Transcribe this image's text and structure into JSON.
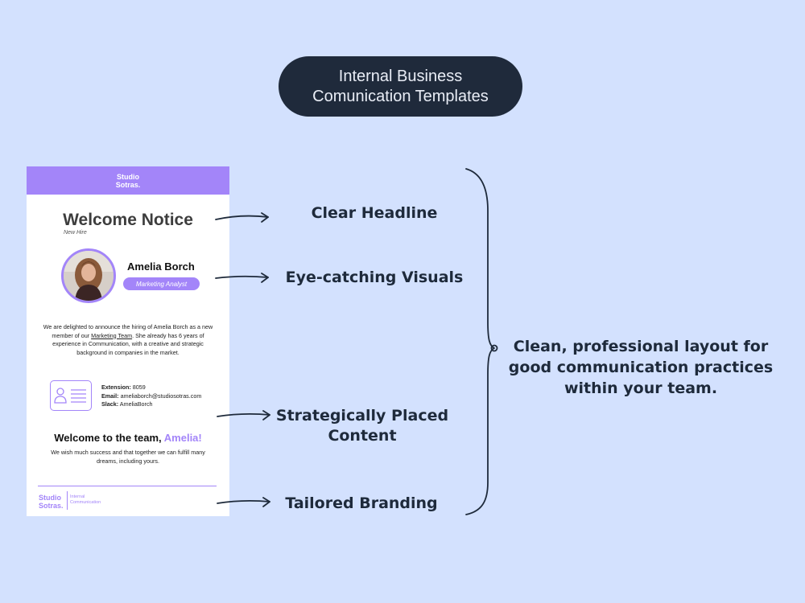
{
  "header": {
    "title_line1": "Internal Business",
    "title_line2": "Comunication Templates"
  },
  "card": {
    "brand_line1": "Studio",
    "brand_line2": "Sotras.",
    "headline": "Welcome Notice",
    "subtitle": "New Hire",
    "person_name": "Amelia Borch",
    "role": "Marketing Analyst",
    "announcement": {
      "part1": "We are delighted to announce the hiring of Amelia Borch as a new member of our ",
      "link": "Marketing Team",
      "part2": ". She already has 6 years of experience in Communication, with a creative and strategic background in companies in the market."
    },
    "contact": {
      "extension_label": "Extension:",
      "extension_value": "8059",
      "email_label": "Email:",
      "email_value": "ameliaborch@studiosotras.com",
      "slack_label": "Slack:",
      "slack_value": "AmeliaBorch"
    },
    "team_welcome_prefix": "Welcome to the team, ",
    "team_welcome_name": "Amelia!",
    "wish": "We wish much success and that together we can fulfill many dreams, including yours.",
    "footer": {
      "brand_line1": "Studio",
      "brand_line2": "Sotras.",
      "sub_line1": "Internal",
      "sub_line2": "Communication"
    }
  },
  "features": {
    "clear_headline": "Clear Headline",
    "visuals": "Eye-catching Visuals",
    "content_line1": "Strategically Placed",
    "content_line2": "Content",
    "branding": "Tailored Branding"
  },
  "summary": "Clean, professional layout for good communication practices within your team.",
  "colors": {
    "background": "#d3e1fe",
    "pill": "#1f2a3b",
    "accent": "#a385f9",
    "text": "#1e2a3b"
  },
  "icons": [
    "arrow-right-icon",
    "curly-brace-icon",
    "id-card-icon"
  ]
}
